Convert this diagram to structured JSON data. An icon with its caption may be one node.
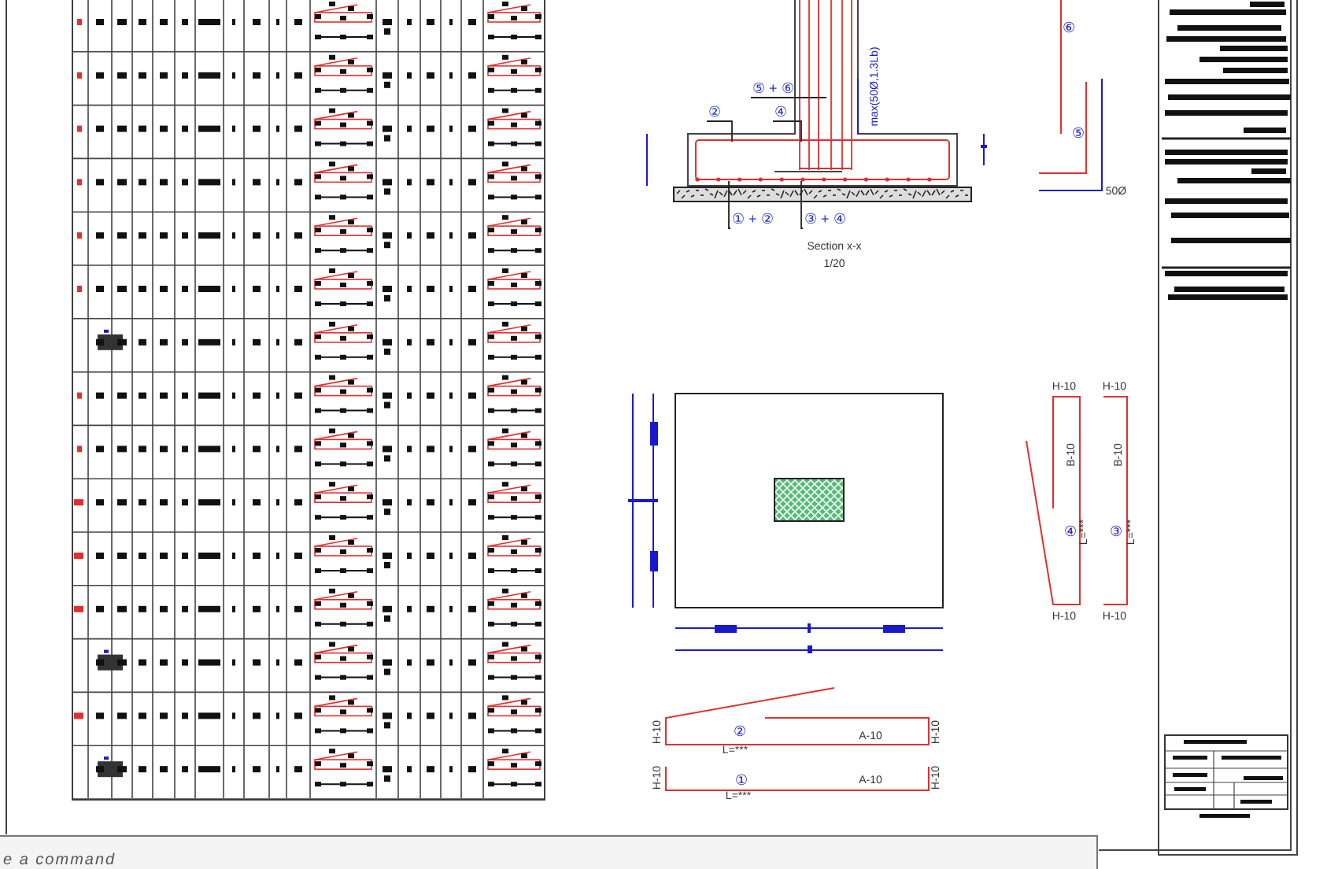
{
  "diagram": {
    "nodes": [
      {
        "text": [
          "②"
        ]
      },
      {
        "text": [
          "④"
        ]
      },
      {
        "text": [
          "⑤ + ⑥"
        ]
      },
      {
        "text": [
          "① + ②"
        ]
      },
      {
        "text": [
          "③ + ④"
        ]
      }
    ],
    "edges": [
      {
        "from": 0,
        "to": null,
        "arrow": "none"
      },
      {
        "from": 1,
        "to": null,
        "arrow": "none"
      },
      {
        "from": 2,
        "to": null,
        "arrow": "none"
      },
      {
        "from": 3,
        "to": null,
        "arrow": "none"
      },
      {
        "from": 4,
        "to": null,
        "arrow": "none"
      }
    ],
    "labels": [
      "max(50Ø,1.3Lb)",
      "Section x-x",
      "1/20",
      "⑥",
      "⑤",
      "50Ø",
      "H-10",
      "H-10",
      "B-10",
      "B-10",
      "④",
      "L=***",
      "③",
      "L=***",
      "H-10",
      "H-10",
      "H-10",
      "②",
      "L=***",
      "A-10",
      "H-10",
      "H-10",
      "①",
      "L=***",
      "A-10",
      "H-10",
      "e a command"
    ]
  }
}
